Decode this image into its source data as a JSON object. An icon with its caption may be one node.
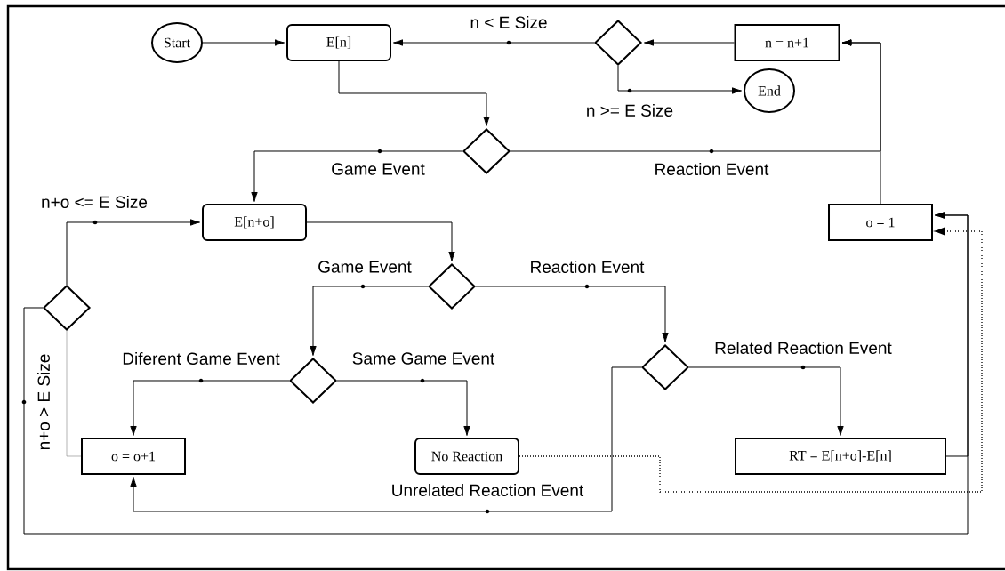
{
  "diagram": {
    "nodes": [
      {
        "text": [
          "Start"
        ]
      },
      {
        "text": [
          "E[n]"
        ]
      },
      {
        "text": [],
        "shape": "diamond"
      },
      {
        "text": [
          "n = n+1"
        ]
      },
      {
        "text": [
          "End"
        ]
      },
      {
        "text": [],
        "shape": "diamond"
      },
      {
        "text": [
          "E[n+o]"
        ]
      },
      {
        "text": [
          "o = 1"
        ]
      },
      {
        "text": [],
        "shape": "diamond"
      },
      {
        "text": [],
        "shape": "diamond"
      },
      {
        "text": [],
        "shape": "diamond"
      },
      {
        "text": [],
        "shape": "diamond"
      },
      {
        "text": [
          "o = o+1"
        ]
      },
      {
        "text": [
          "No Reaction"
        ]
      },
      {
        "text": [
          "RT = E[n+o]-E[n]"
        ]
      }
    ],
    "edges": [
      {
        "from": 0,
        "to": 1,
        "arrow": "to"
      },
      {
        "from": 2,
        "to": 1,
        "arrow": "to",
        "label": "n < E Size"
      },
      {
        "from": 3,
        "to": 2,
        "arrow": "to"
      },
      {
        "from": 2,
        "to": 4,
        "arrow": "to",
        "label": "n >= E Size"
      },
      {
        "from": 1,
        "to": 5,
        "arrow": "to"
      },
      {
        "from": 5,
        "to": 6,
        "arrow": "to",
        "label": "Game Event"
      },
      {
        "from": 5,
        "to": 3,
        "arrow": "to",
        "label": "Reaction Event"
      },
      {
        "from": 7,
        "to": 3,
        "arrow": "to"
      },
      {
        "from": 6,
        "to": 8,
        "arrow": "to"
      },
      {
        "from": 8,
        "to": 10,
        "arrow": "to",
        "label": "Game Event"
      },
      {
        "from": 8,
        "to": 11,
        "arrow": "to",
        "label": "Reaction Event"
      },
      {
        "from": 10,
        "to": 12,
        "arrow": "to",
        "label": "Diferent Game Event"
      },
      {
        "from": 10,
        "to": 13,
        "arrow": "to",
        "label": "Same Game Event"
      },
      {
        "from": 11,
        "to": 14,
        "arrow": "to",
        "label": "Related Reaction Event"
      },
      {
        "from": 11,
        "to": 12,
        "arrow": "to",
        "label": "Unrelated Reaction Event"
      },
      {
        "from": 12,
        "to": 9,
        "arrow": "none",
        "color": "#808080"
      },
      {
        "from": 9,
        "to": 6,
        "arrow": "to",
        "label": "n+o <= E Size"
      },
      {
        "from": 9,
        "to": 7,
        "arrow": "to",
        "label": "n+o > E Size"
      },
      {
        "from": 14,
        "to": 7,
        "arrow": "to"
      },
      {
        "from": 13,
        "to": 7,
        "arrow": "to",
        "style": "dashed"
      }
    ]
  }
}
